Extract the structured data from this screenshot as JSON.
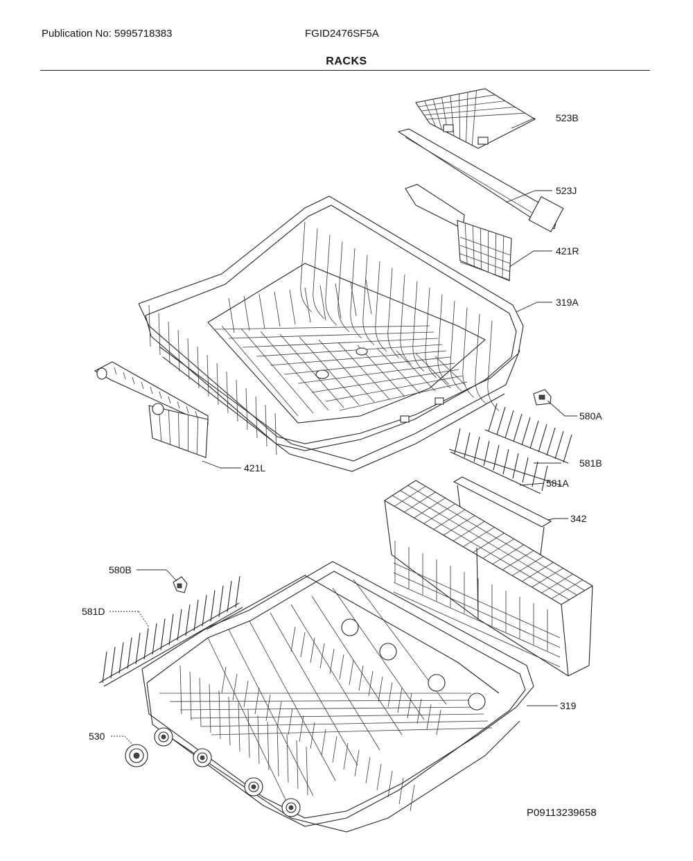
{
  "header": {
    "publication": "Publication No: 5995718383",
    "model": "FGID2476SF5A",
    "title": "RACKS"
  },
  "parts": {
    "p523B": "523B",
    "p523J": "523J",
    "p421R": "421R",
    "p319A": "319A",
    "p580A": "580A",
    "p581B": "581B",
    "p581A": "581A",
    "p421L": "421L",
    "p342": "342",
    "p580B": "580B",
    "p581D": "581D",
    "p319": "319",
    "p530": "530"
  },
  "footer": {
    "doc_id": "P09113239658"
  }
}
